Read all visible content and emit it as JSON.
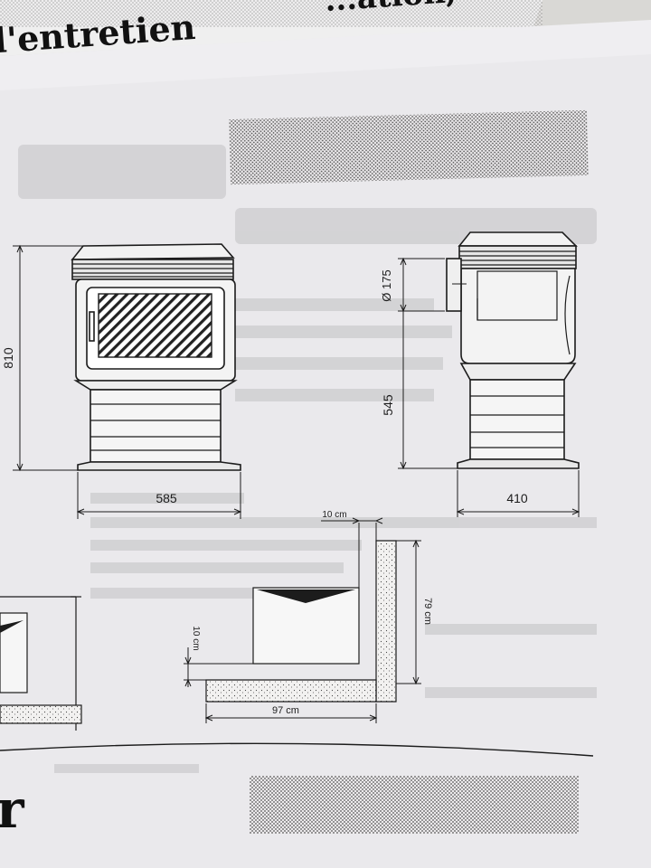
{
  "header": {
    "bottom_title": "l'entretien",
    "top_title": "...ation,"
  },
  "stove_front": {
    "height_label": "810",
    "width_label": "585"
  },
  "stove_side": {
    "flue_label": "Ø 175",
    "height_label": "545",
    "width_label": "410"
  },
  "clearance_plan": {
    "wall_gap_label": "10 cm",
    "floor_gap_label": "10 cm",
    "depth_label": "79 cm",
    "width_label": "97 cm"
  },
  "footer": {
    "big_letter": "r"
  },
  "colors": {
    "paper": "#eae9ec",
    "ink": "#1c1c1c",
    "halftone": "#8a8a8a"
  }
}
